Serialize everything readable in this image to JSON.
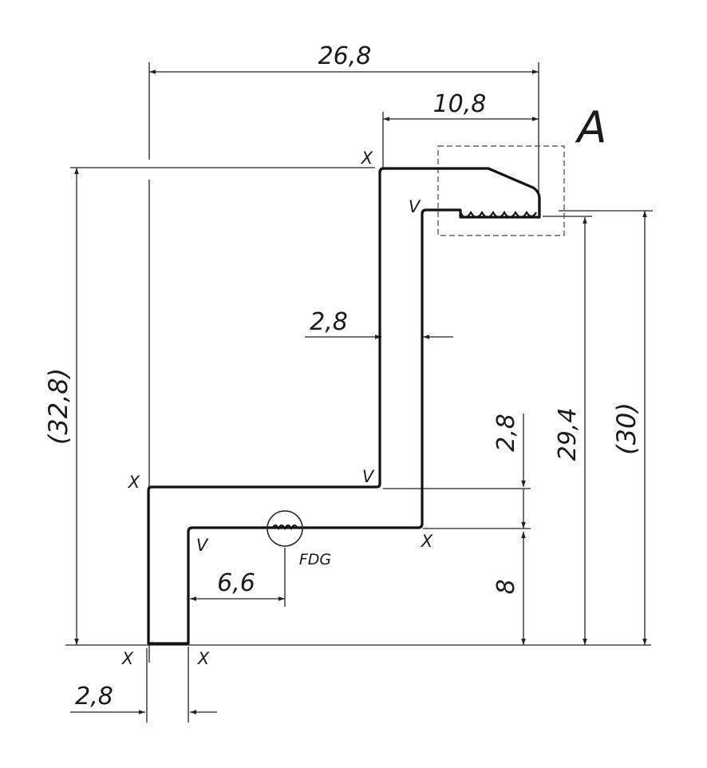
{
  "drawing": {
    "dimensions": {
      "total_width": "26,8",
      "top_width": "10,8",
      "wall_thickness": "2,8",
      "overall_height": "(32,8)",
      "inner_height": "29,4",
      "right_height": "(30)",
      "step_thickness": "2,8",
      "step_height": "8",
      "fdg_offset": "6,6",
      "base_thickness": "2,8"
    },
    "labels": {
      "detail": "A",
      "fdg": "FDG",
      "x": "X",
      "v": "V"
    },
    "colors": {
      "line": "#111111",
      "background": "#ffffff"
    }
  }
}
